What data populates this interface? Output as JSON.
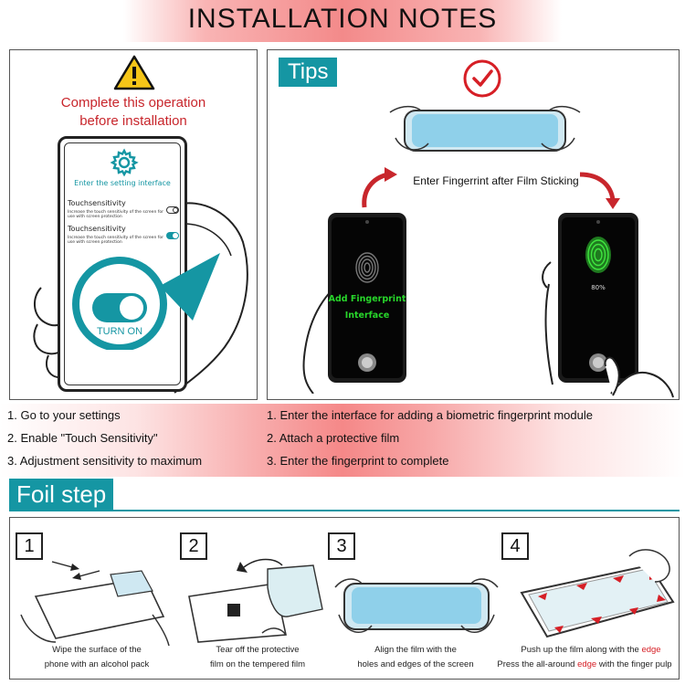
{
  "header": {
    "title": "INSTALLATION  NOTES"
  },
  "left_panel": {
    "warning_line1": "Complete this operation",
    "warning_line2": "before installation",
    "setting_label": "Enter the setting interface",
    "touch1_title": "Touchsensitivity",
    "touch1_desc": "Increase the touch sensitivity of the screen for use with screen protection",
    "touch2_title": "Touchsensitivity",
    "touch2_desc": "Increase the touch sensitivity of the screen for use with screen protection",
    "turn_on_label": "TURN ON"
  },
  "right_panel": {
    "tab_label": "Tips",
    "caption": "Enter Fingerrint after Film Sticking",
    "phone_left_line1": "Add Fingerprint",
    "phone_left_line2": "Interface",
    "phone_right_percent": "80%"
  },
  "left_steps": [
    "1. Go to your settings",
    "2. Enable \"Touch Sensitivity\"",
    "3. Adjustment sensitivity to maximum"
  ],
  "right_steps": [
    "1. Enter the interface for adding a biometric fingerprint module",
    "2. Attach a protective film",
    "3. Enter the fingerprint to complete"
  ],
  "foil": {
    "tab_label": "Foil step",
    "steps": [
      {
        "num": "1",
        "line1": "Wipe the surface of the",
        "line2": "phone with an alcohol pack"
      },
      {
        "num": "2",
        "line1": "Tear off the protective",
        "line2": "film on the tempered film"
      },
      {
        "num": "3",
        "line1": "Align the film with the",
        "line2": "holes and edges of the screen"
      },
      {
        "num": "4",
        "line1_pre": "Push up the film along with the ",
        "line1_red": "edge",
        "line2_pre": "Press the all-around ",
        "line2_red": "edge",
        "line2_post": " with the finger pulp"
      }
    ]
  },
  "colors": {
    "teal": "#1596a3",
    "red": "#c8262c",
    "alert": "#d61f26",
    "green": "#28d62b"
  }
}
